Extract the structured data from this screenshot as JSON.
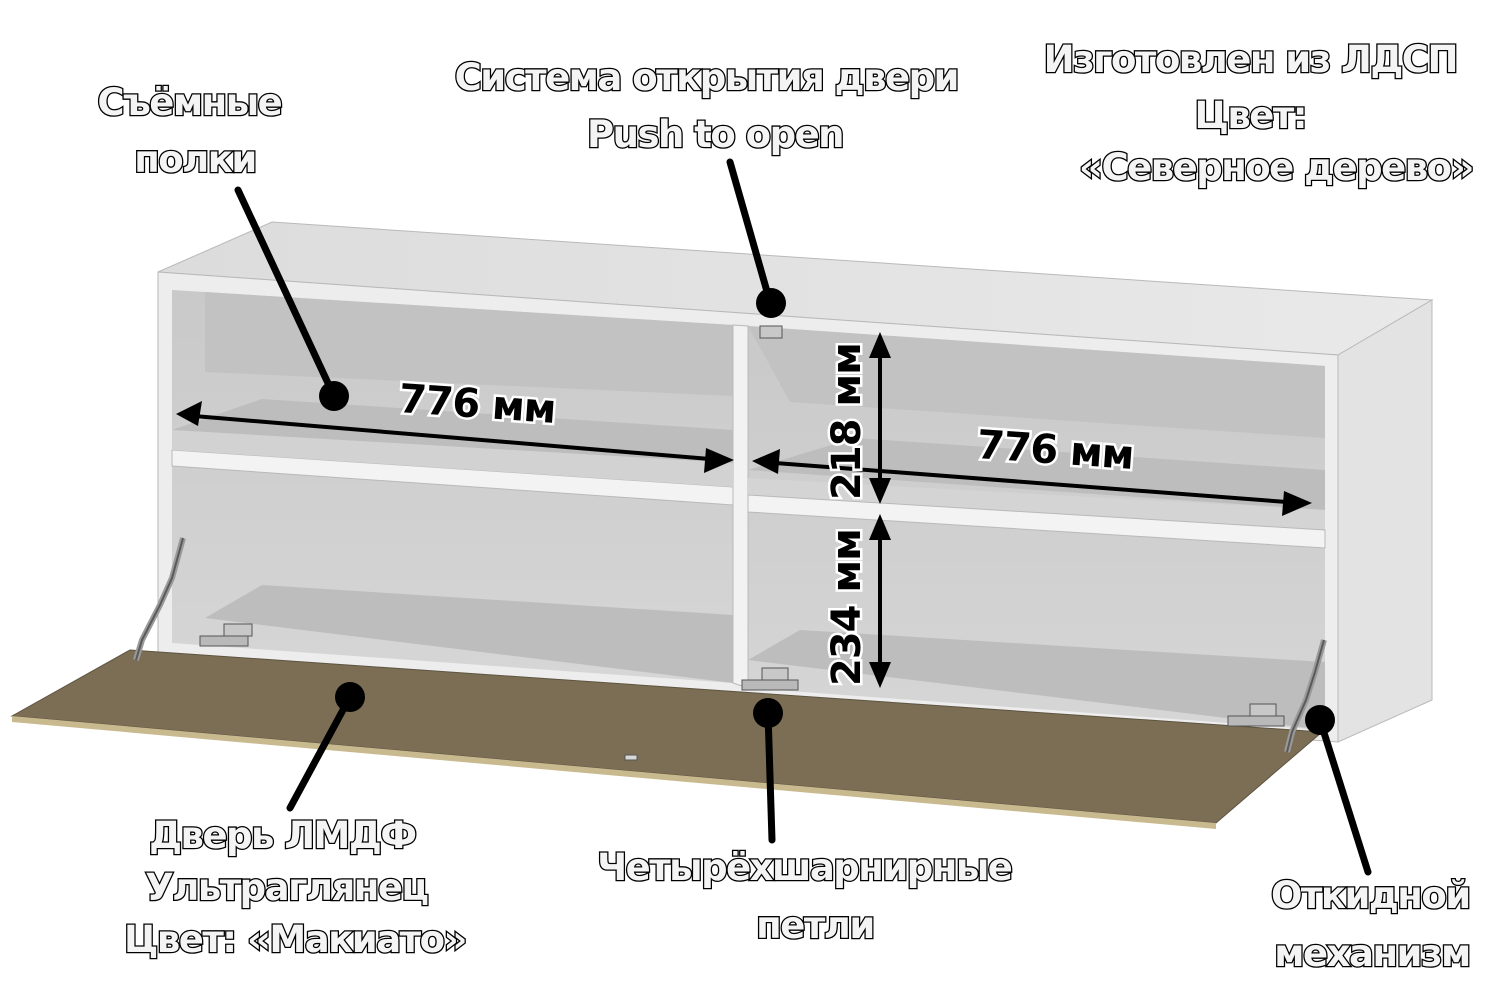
{
  "labels": {
    "shelves": [
      "Съёмные",
      "полки"
    ],
    "push": [
      "Система открытия двери",
      "Push to open"
    ],
    "material": [
      "Изготовлен из ЛДСП",
      "Цвет:",
      "«Северное дерево»"
    ],
    "door": [
      "Дверь ЛМДФ",
      "Ультраглянец",
      "Цвет:  «Макиато»"
    ],
    "hinges": [
      "Четырёхшарнирные",
      "петли"
    ],
    "mechanism": [
      "Откидной",
      "механизм"
    ]
  },
  "dimensions": {
    "width_left": "776 мм",
    "width_right": "776 мм",
    "height_upper": "218 мм",
    "height_lower": "234 мм"
  },
  "colors": {
    "carcass": "#e6e6e6",
    "interior": "#cfcfcf",
    "door": "#7b6e55",
    "text_fill": "#f4f4f4",
    "outline": "#000000"
  }
}
